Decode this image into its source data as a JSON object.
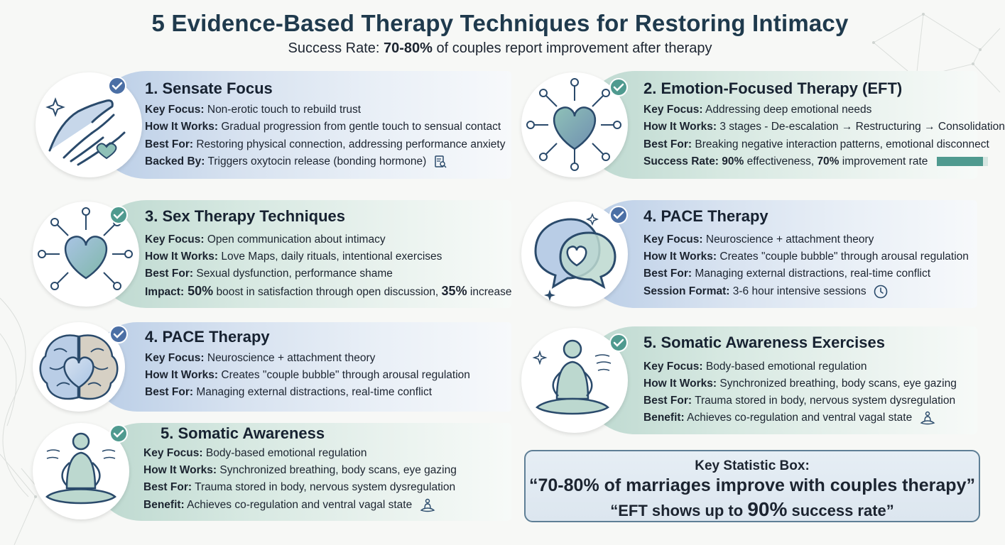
{
  "header": {
    "title": "5 Evidence-Based Therapy Techniques for Restoring Intimacy",
    "subtitle_prefix": "Success Rate: ",
    "subtitle_bold": "70-80%",
    "subtitle_suffix": " of couples report improvement after therapy"
  },
  "colors": {
    "title": "#1f3a4d",
    "band_blue": "#b9cde6",
    "band_green": "#bcd8cf",
    "check_blue": "#4b6fa5",
    "check_green": "#4f9a8f",
    "accent_teal": "#4f9a8f"
  },
  "cards": [
    {
      "id": "sensate",
      "title": "1. Sensate Focus",
      "icon": "hands-heart-icon",
      "lines": [
        {
          "label": "Key Focus:",
          "text": " Non-erotic touch to rebuild trust"
        },
        {
          "label": "How It Works:",
          "text": " Gradual progression from gentle touch to sensual contact"
        },
        {
          "label": "Best For:",
          "text": " Restoring physical connection, addressing performance anxiety"
        },
        {
          "label": "Backed By:",
          "text": " Triggers oxytocin release (bonding hormone)"
        }
      ]
    },
    {
      "id": "eft",
      "title": "2. Emotion-Focused Therapy (EFT)",
      "icon": "radiating-heart-icon",
      "lines": [
        {
          "label": "Key Focus:",
          "text": " Addressing deep emotional needs"
        },
        {
          "label": "How It Works:",
          "text": " 3 stages - De-escalation → Restructuring → Consolidation"
        },
        {
          "label": "Best For:",
          "text": " Breaking negative interaction patterns, emotional disconnect"
        },
        {
          "label": "Success Rate:",
          "n1": " 90%",
          "t1": " effectiveness, ",
          "n2": "70%",
          "t2": " improvement rate"
        }
      ],
      "success_bar_fraction": 0.9
    },
    {
      "id": "sex",
      "title": "3. Sex Therapy Techniques",
      "icon": "radiating-heart-icon",
      "lines": [
        {
          "label": "Key Focus:",
          "text": " Open communication about intimacy"
        },
        {
          "label": "How It Works:",
          "text": " Love Maps, daily rituals, intentional exercises"
        },
        {
          "label": "Best For:",
          "text": " Sexual dysfunction, performance shame"
        },
        {
          "label": "Impact:",
          "n1": " 50%",
          "t1": " boost in satisfaction through open discussion, ",
          "n2": "35%",
          "t2": " increase"
        }
      ]
    },
    {
      "id": "pace-right",
      "title": "4. PACE Therapy",
      "icon": "speech-bubbles-heart-icon",
      "lines": [
        {
          "label": "Key Focus:",
          "text": " Neuroscience + attachment theory"
        },
        {
          "label": "How It Works:",
          "text": " Creates \"couple bubble\" through arousal regulation"
        },
        {
          "label": "Best For:",
          "text": " Managing external distractions, real-time conflict"
        },
        {
          "label": "Session Format:",
          "text": " 3-6 hour intensive sessions"
        }
      ]
    },
    {
      "id": "pace-left",
      "title": "4. PACE Therapy",
      "icon": "brain-heart-icon",
      "lines": [
        {
          "label": "Key Focus:",
          "text": " Neuroscience + attachment theory"
        },
        {
          "label": "How It Works:",
          "text": " Creates \"couple bubble\" through arousal regulation"
        },
        {
          "label": "Best For:",
          "text": " Managing external distractions, real-time conflict"
        }
      ]
    },
    {
      "id": "somatic-right",
      "title": "5. Somatic Awareness Exercises",
      "icon": "meditation-figure-icon",
      "lines": [
        {
          "label": "Key Focus:",
          "text": " Body-based emotional regulation"
        },
        {
          "label": "How It Works:",
          "text": " Synchronized breathing, body scans, eye gazing"
        },
        {
          "label": "Best For:",
          "text": " Trauma stored in body, nervous system dysregulation"
        },
        {
          "label": "Benefit:",
          "text": " Achieves co-regulation and ventral vagal state"
        }
      ]
    },
    {
      "id": "somatic-left",
      "title": "5. Somatic Awareness",
      "icon": "meditation-figure-icon",
      "lines": [
        {
          "label": "Key Focus:",
          "text": " Body-based emotional regulation"
        },
        {
          "label": "How It Works:",
          "text": " Synchronized breathing, body scans, eye gazing"
        },
        {
          "label": "Best For:",
          "text": " Trauma stored in body, nervous system dysregulation"
        },
        {
          "label": "Benefit:",
          "text": " Achieves co-regulation and ventral vagal state"
        }
      ]
    }
  ],
  "stat_box": {
    "title": "Key Statistic Box:",
    "quote1": "“70-80% of marriages improve with couples therapy”",
    "q2_prefix": "“EFT shows up to ",
    "q2_number": "90%",
    "q2_suffix": " success rate”"
  }
}
